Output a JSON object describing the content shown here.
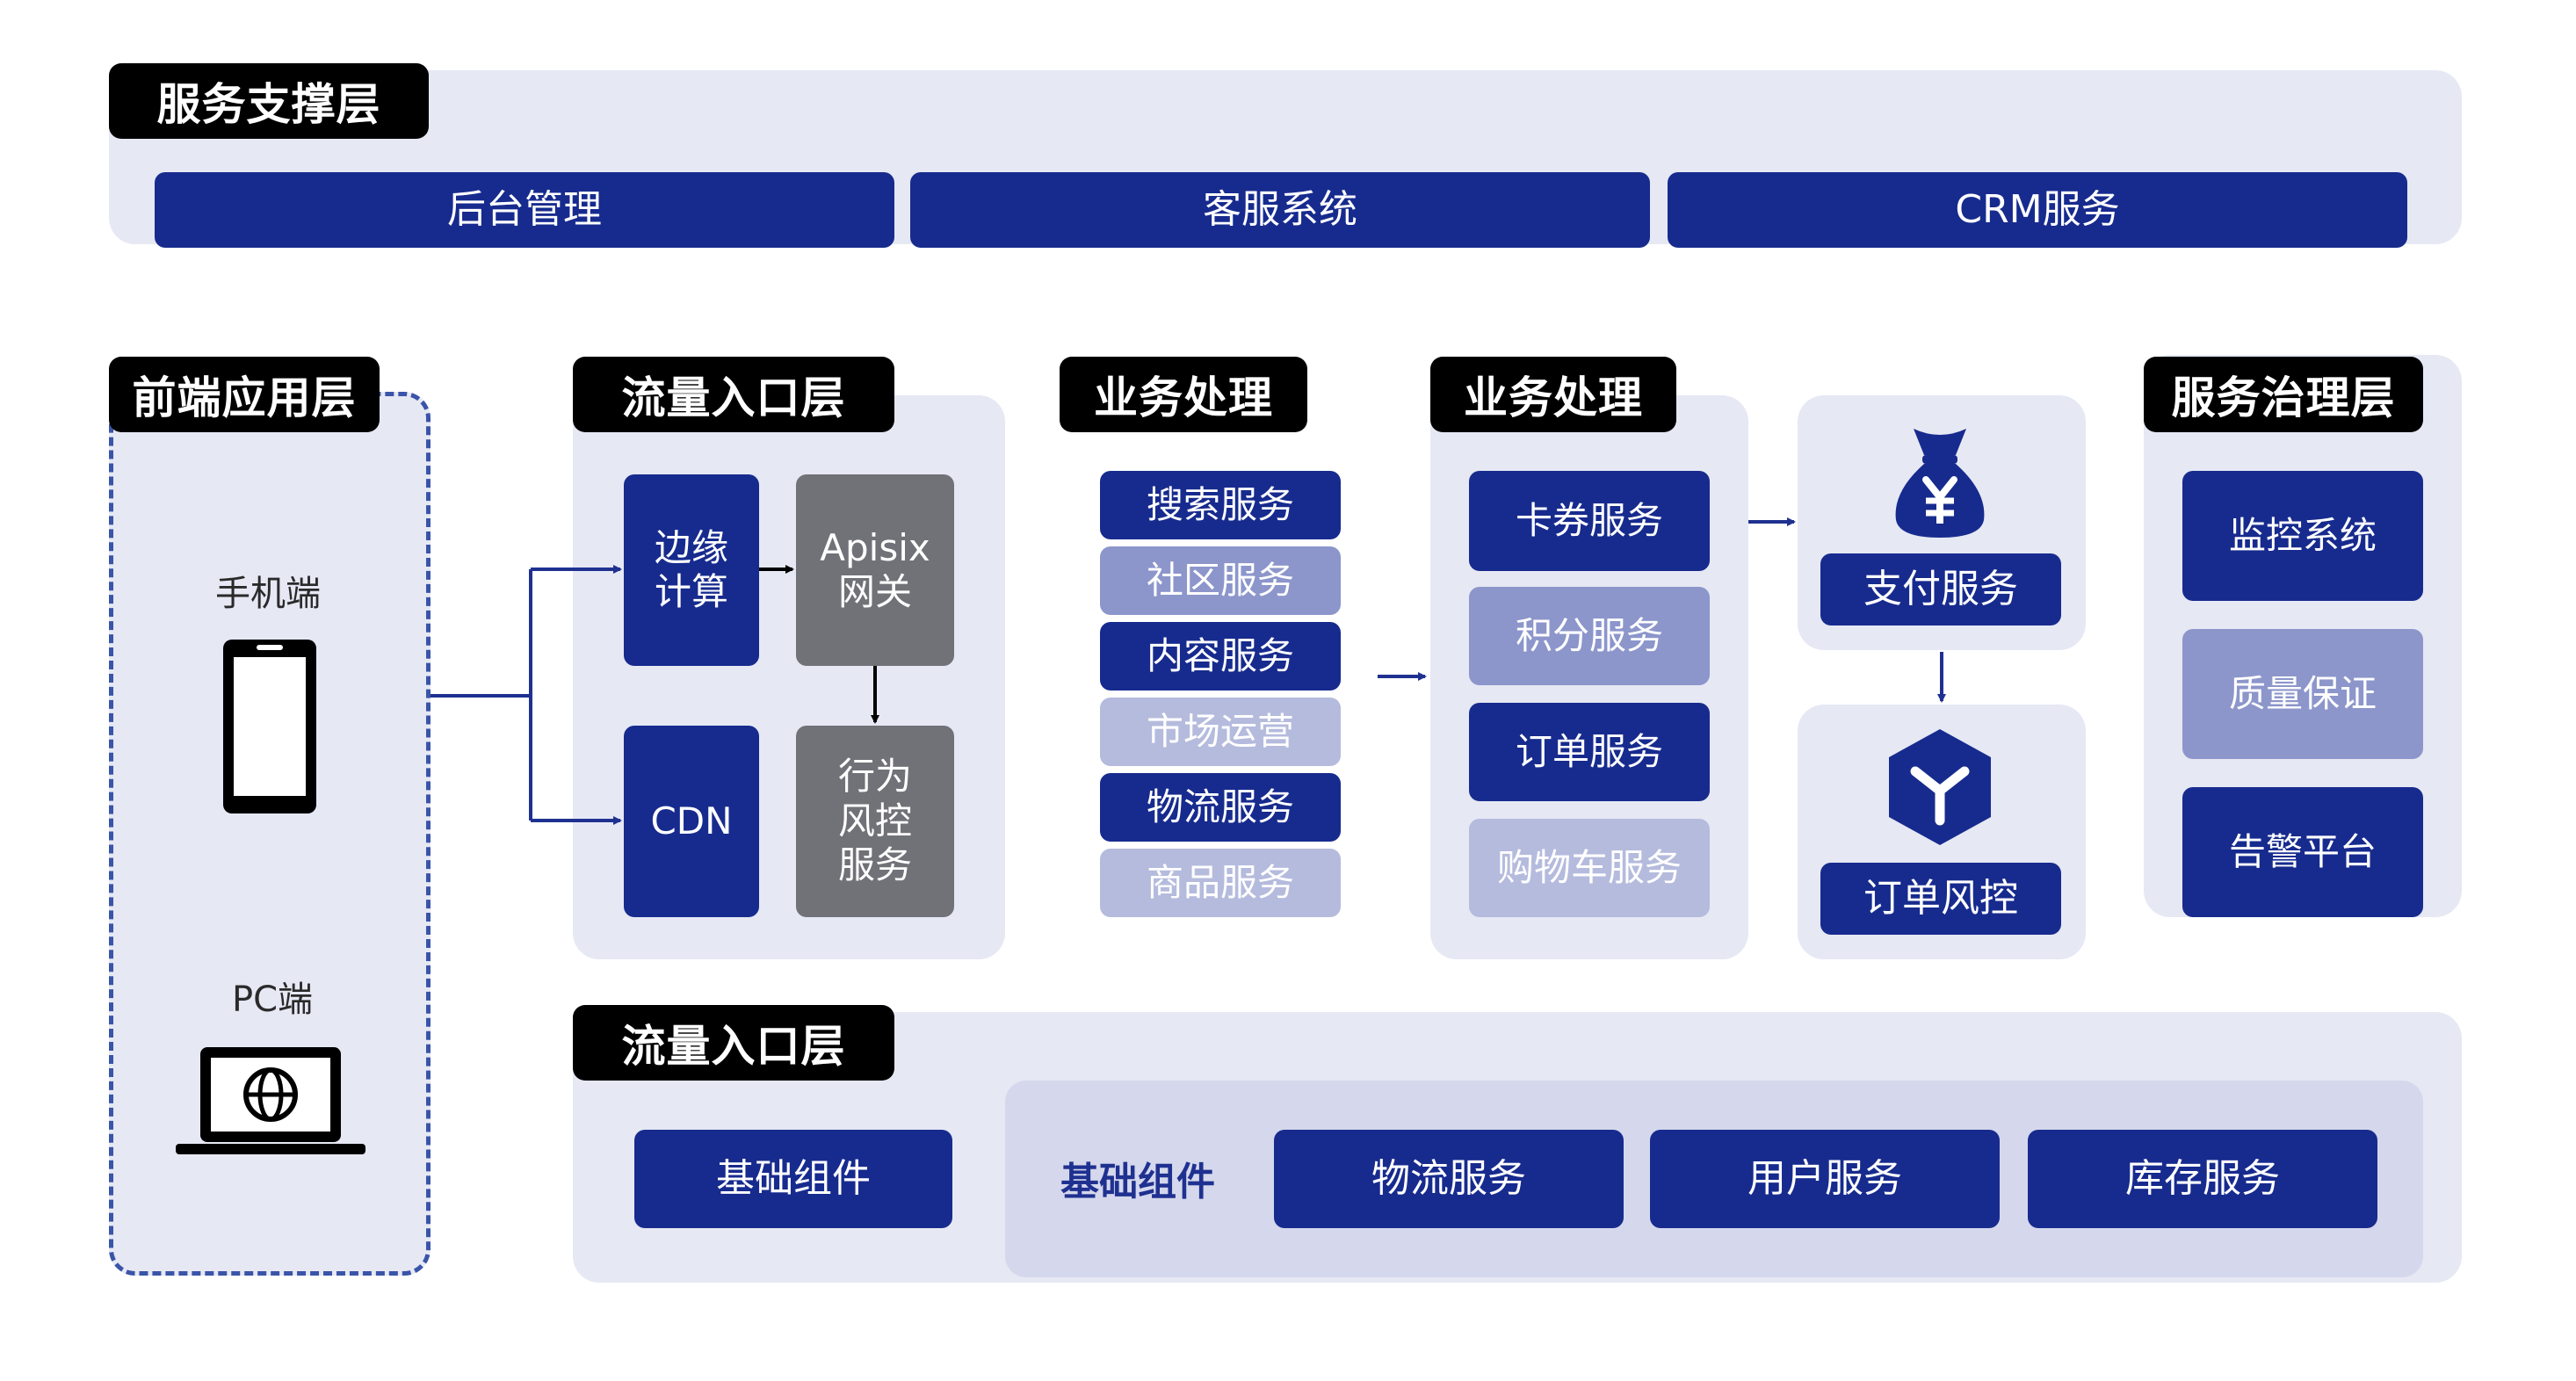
{
  "support_layer": {
    "tag": "服务支撑层",
    "items": [
      "后台管理",
      "客服系统",
      "CRM服务"
    ]
  },
  "frontend_layer": {
    "tag": "前端应用层",
    "mobile_label": "手机端",
    "pc_label": "PC端"
  },
  "traffic_layer": {
    "tag": "流量入口层",
    "edge_compute": "边缘\n计算",
    "apisix": "Apisix\n网关",
    "cdn": "CDN",
    "risk_control": "行为\n风控\n服务"
  },
  "business_1": {
    "tag": "业务处理",
    "items": [
      "搜索服务",
      "社区服务",
      "内容服务",
      "市场运营",
      "物流服务",
      "商品服务"
    ]
  },
  "business_2": {
    "tag": "业务处理",
    "items": [
      "卡券服务",
      "积分服务",
      "订单服务",
      "购物车服务"
    ]
  },
  "payment": {
    "label": "支付服务",
    "icon": "money-bag-yuan-icon"
  },
  "order_risk": {
    "label": "订单风控",
    "icon": "hexagon-y-icon"
  },
  "governance_layer": {
    "tag": "服务治理层",
    "items": [
      "监控系统",
      "质量保证",
      "告警平台"
    ]
  },
  "bottom_layer": {
    "tag": "流量入口层",
    "base_component": "基础组件",
    "inner_label": "基础组件",
    "items": [
      "物流服务",
      "用户服务",
      "库存服务"
    ]
  },
  "colors": {
    "dark_blue": "#172b8e",
    "light_blue": "#8c96cb",
    "pale_blue": "#b5bbdd",
    "gray": "#717178",
    "panel": "#e6e8f4"
  }
}
